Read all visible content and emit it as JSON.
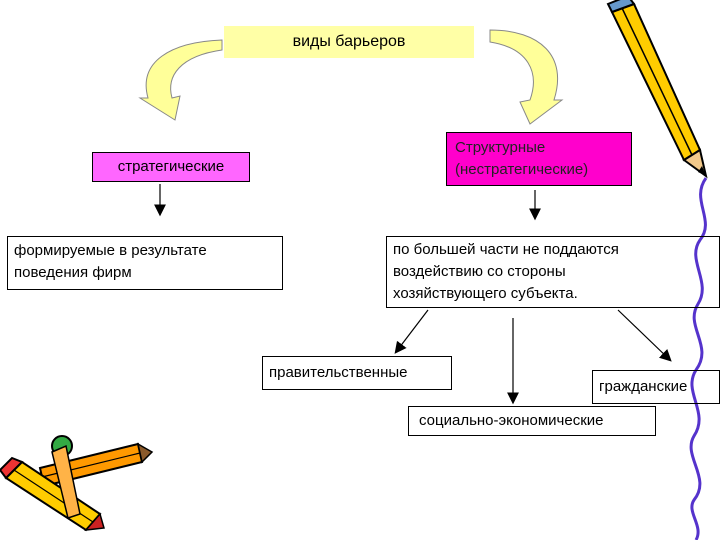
{
  "title": "виды барьеров",
  "strategic": "стратегические",
  "structural": [
    "Структурные",
    "(нестратегические)"
  ],
  "formed": [
    "формируемые в результате",
    "поведения фирм"
  ],
  "mostly": [
    "по большей части не поддаются",
    "воздействию со стороны",
    "хозяйствующего субъекта."
  ],
  "subtypes": {
    "gov": "правительственные",
    "civil": "гражданские",
    "socio": "социально-экономические"
  },
  "colors": {
    "title_bg": "#ffffa6",
    "strategic_bg": "#ff66ff",
    "structural_bg": "#ff00cc",
    "curved_arrow": "#ffff99"
  },
  "icons": [
    "pencil-icon",
    "crayons-icon",
    "squiggle-line-icon"
  ]
}
